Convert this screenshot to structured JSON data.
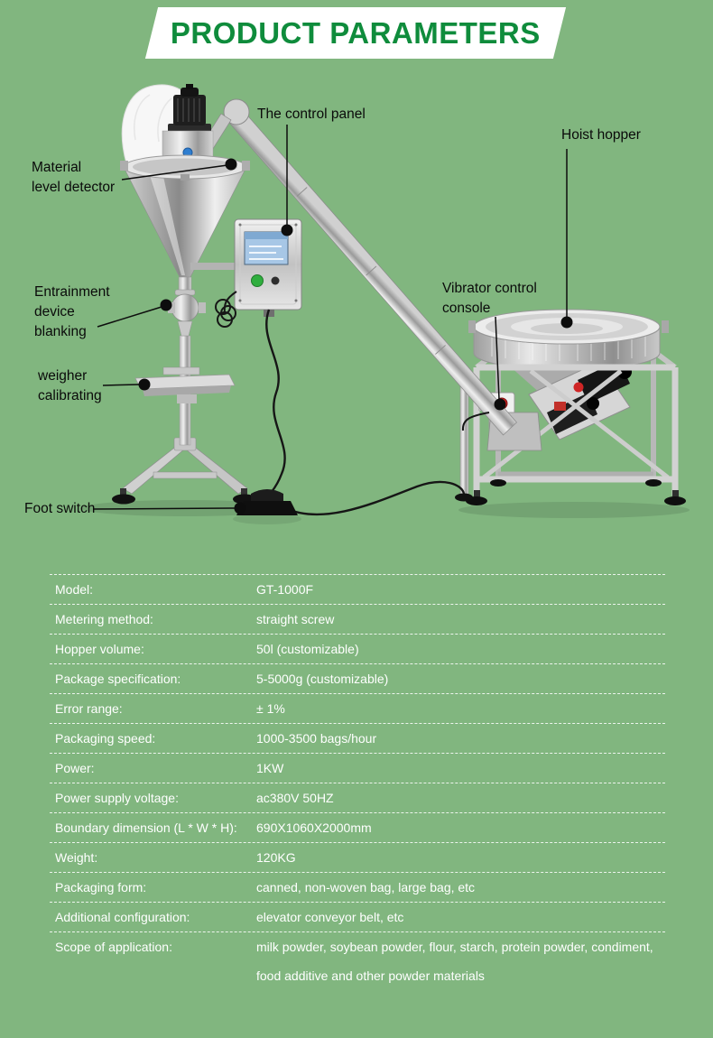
{
  "header": {
    "title": "PRODUCT PARAMETERS"
  },
  "callouts": {
    "control_panel": "The control panel",
    "hoist_hopper": "Hoist hopper",
    "material_level_detector": "Material\nlevel detector",
    "entrainment_device": "Entrainment\ndevice\nblanking",
    "weigher_calibrating": "weigher\ncalibrating",
    "vibrator_console": "Vibrator control\nconsole",
    "foot_switch": "Foot switch"
  },
  "specs": {
    "rows": [
      {
        "label": "Model:",
        "value": "GT-1000F"
      },
      {
        "label": "Metering method:",
        "value": "straight screw"
      },
      {
        "label": "Hopper volume:",
        "value": "50l (customizable)"
      },
      {
        "label": "Package specification:",
        "value": "5-5000g (customizable)"
      },
      {
        "label": "Error range:",
        "value": "± 1%"
      },
      {
        "label": "Packaging speed:",
        "value": "1000-3500 bags/hour"
      },
      {
        "label": "Power:",
        "value": "1KW"
      },
      {
        "label": "Power supply voltage:",
        "value": "ac380V 50HZ"
      },
      {
        "label": "Boundary dimension (L * W * H):",
        "value": "690X1060X2000mm"
      },
      {
        "label": "Weight:",
        "value": "120KG"
      },
      {
        "label": "Packaging form:",
        "value": "canned, non-woven bag, large bag, etc"
      },
      {
        "label": "Additional configuration:",
        "value": "elevator conveyor belt, etc"
      },
      {
        "label": "Scope of application:",
        "value": "milk powder, soybean powder, flour, starch, protein powder, condiment, food additive and other powder materials"
      }
    ]
  },
  "colors": {
    "background": "#81b67f",
    "title_green": "#0f8c3c",
    "banner_white": "#ffffff",
    "table_text": "#ffffff",
    "callout_text": "#0a0a0a"
  }
}
